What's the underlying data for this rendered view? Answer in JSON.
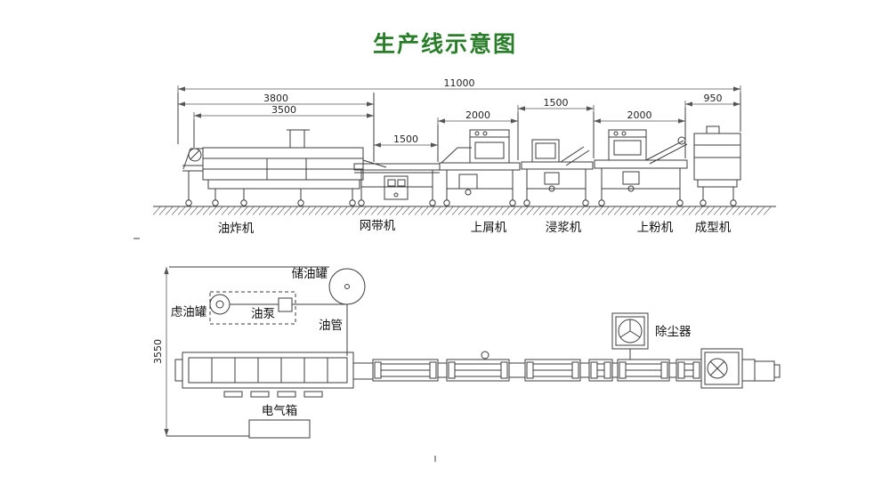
{
  "title": "生产线示意图",
  "top_view": {
    "dimensions": {
      "overall": "11000",
      "seg_3800": "3800",
      "seg_3500": "3500",
      "seg_1500_a": "1500",
      "seg_2000_a": "2000",
      "seg_1500_b": "1500",
      "seg_2000_b": "2000",
      "seg_950": "950"
    },
    "machines": [
      "油炸机",
      "网带机",
      "上屑机",
      "浸浆机",
      "上粉机",
      "成型机"
    ]
  },
  "plan_view": {
    "width_dim": "3550",
    "labels": {
      "oil_storage_tank": "储油罐",
      "oil_pump": "油泵",
      "oil_pipe": "油管",
      "oil_filter_tank": "虑油罐",
      "dust_remover": "除尘器",
      "electric_box": "电气箱"
    }
  }
}
